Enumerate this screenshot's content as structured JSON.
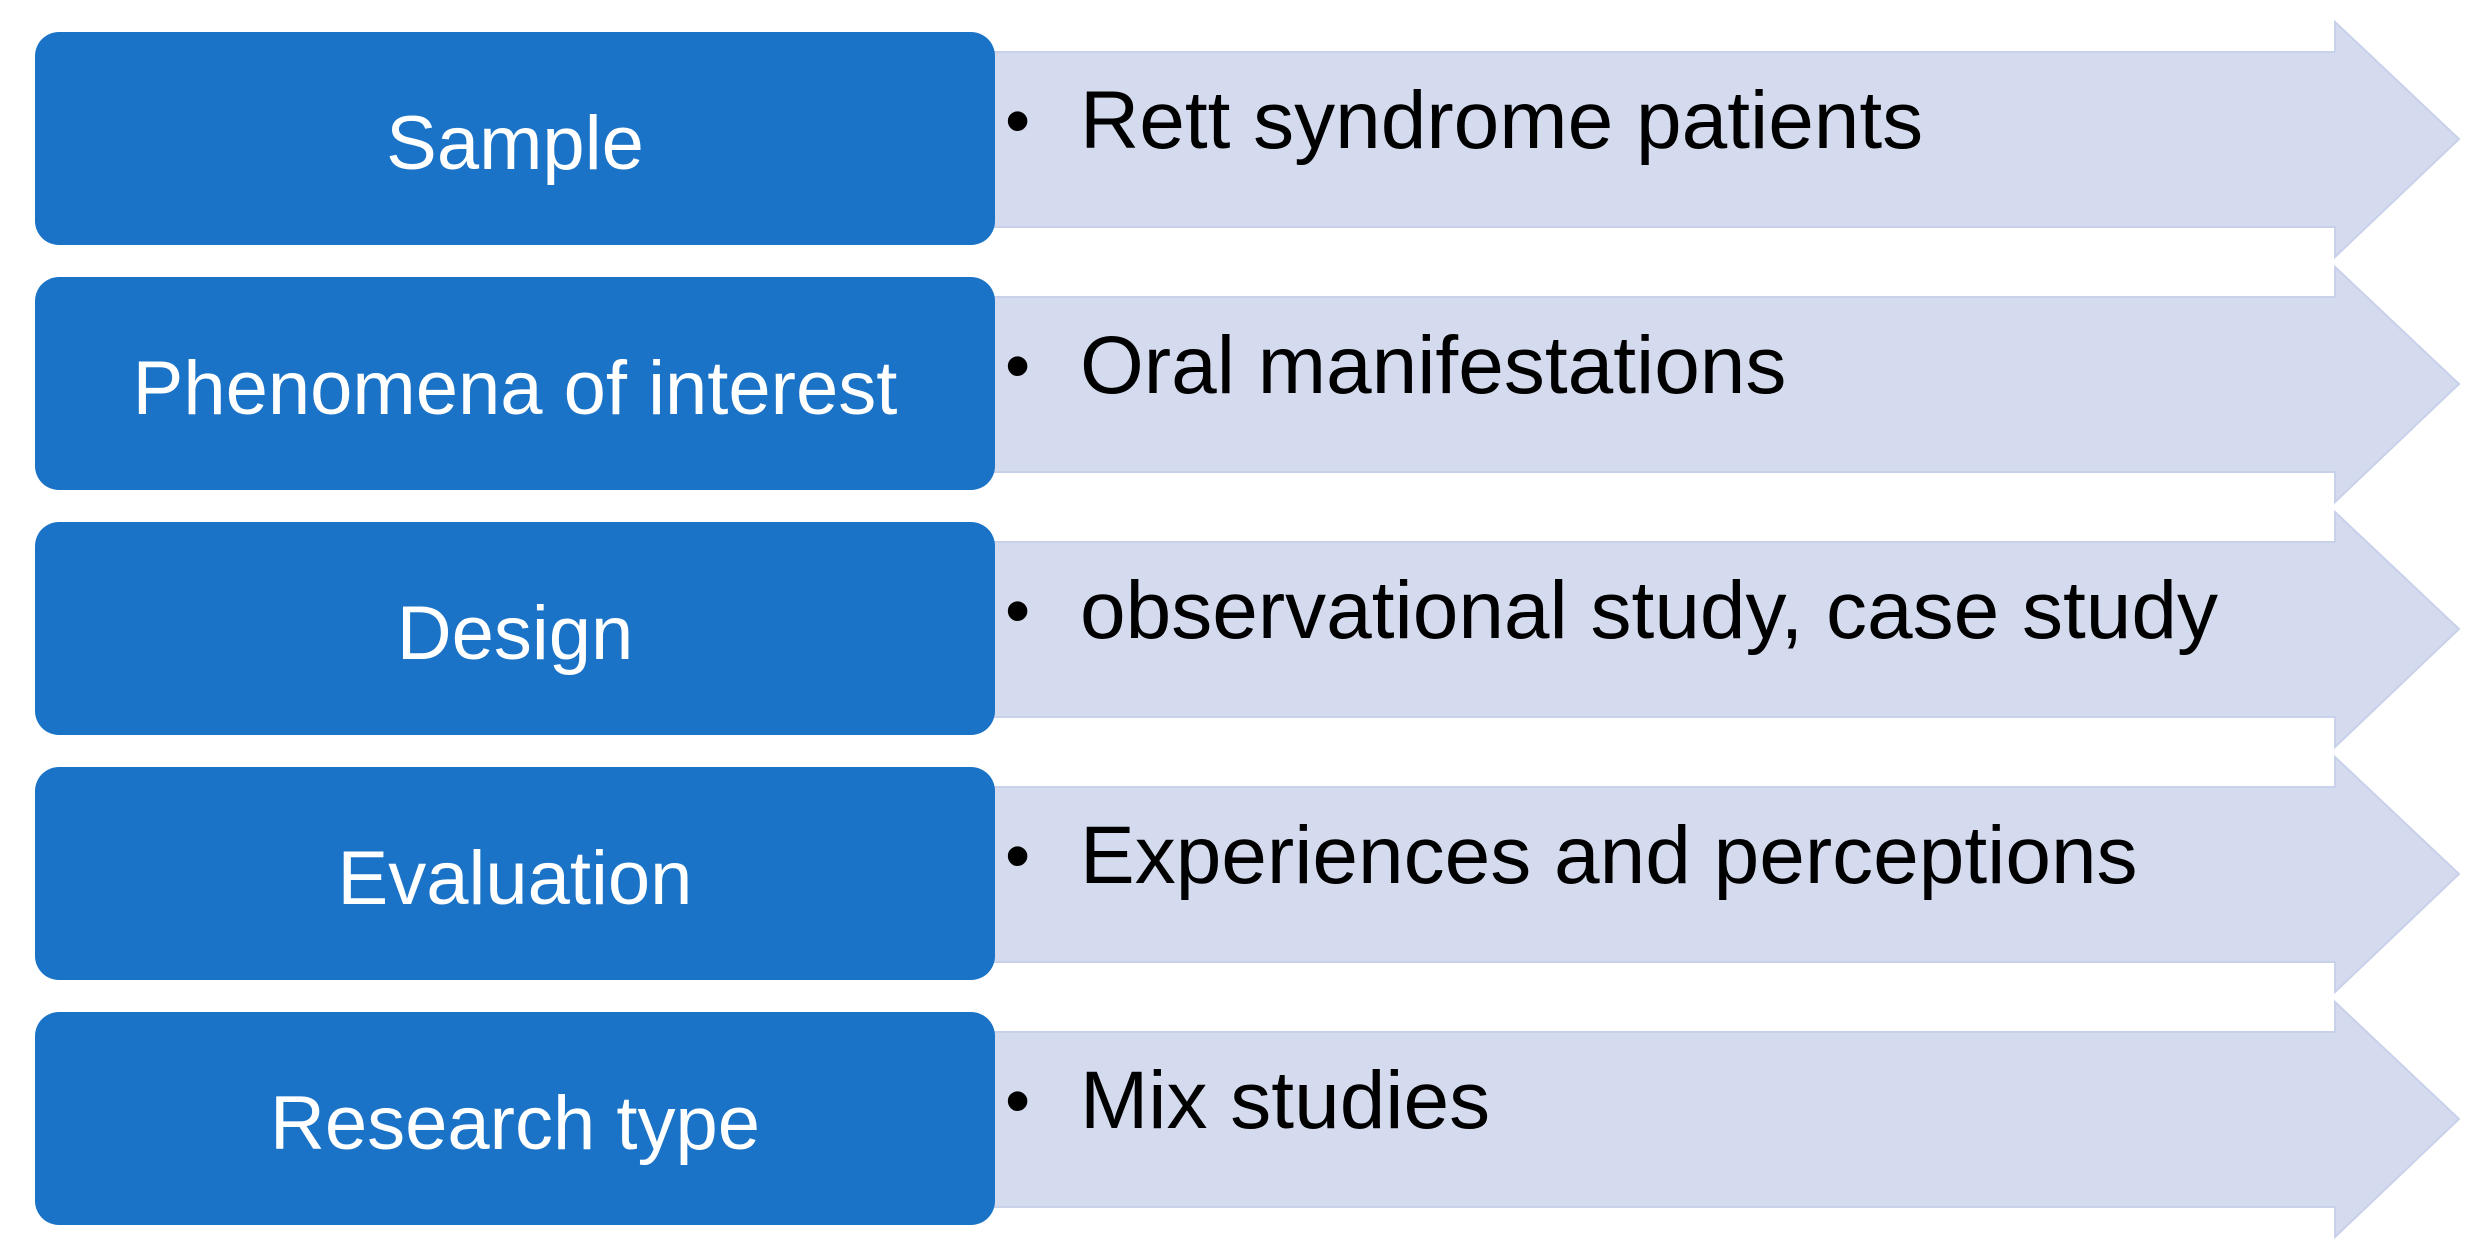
{
  "rows": [
    {
      "label": "Sample",
      "bullet": "•",
      "detail": "Rett syndrome patients"
    },
    {
      "label": "Phenomena of interest",
      "bullet": "•",
      "detail": "Oral manifestations"
    },
    {
      "label": "Design",
      "bullet": "•",
      "detail": "observational study, case study"
    },
    {
      "label": "Evaluation",
      "bullet": "•",
      "detail": "Experiences and perceptions"
    },
    {
      "label": "Research type",
      "bullet": "•",
      "detail": "Mix studies"
    }
  ],
  "colors": {
    "label_fill": "#1a73c6",
    "label_text": "#ffffff",
    "arrow_fill": "#d5dbee",
    "arrow_stroke": "#c9d1ea",
    "detail_text": "#000000"
  }
}
